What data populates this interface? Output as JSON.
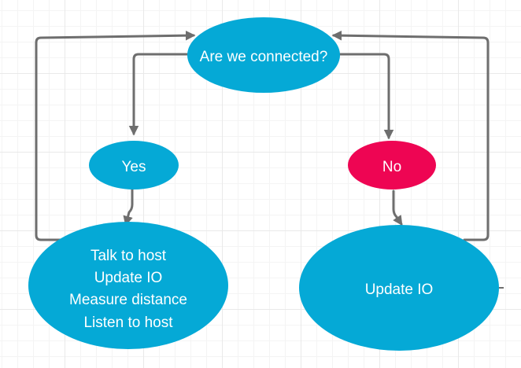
{
  "colors": {
    "node_blue": "#05a9d6",
    "node_red": "#ee0553",
    "edge": "#6e6e6e",
    "text": "#ffffff"
  },
  "nodes": {
    "question": {
      "label": "Are we connected?"
    },
    "yes": {
      "label": "Yes"
    },
    "no": {
      "label": "No"
    },
    "yes_actions": {
      "lines": [
        "Talk to host",
        "Update IO",
        "Measure distance",
        "Listen to host"
      ]
    },
    "no_actions": {
      "label": "Update IO"
    }
  }
}
